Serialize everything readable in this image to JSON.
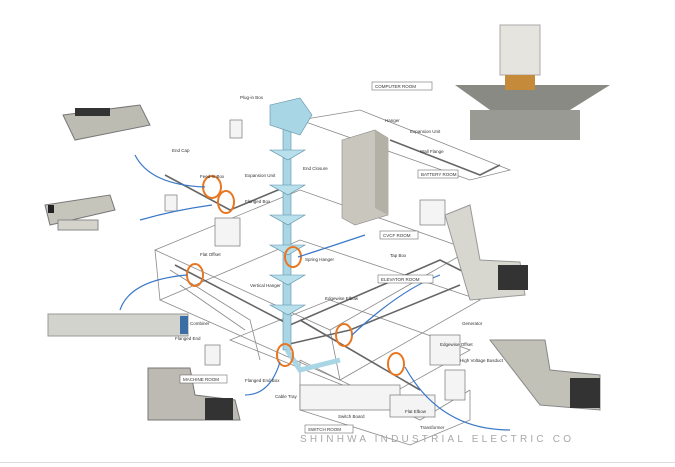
{
  "title": "Busway System Layout",
  "company": "SHINHWA INDUSTRIAL ELECTRIC CO",
  "rooms": [
    "COMPUTER ROOM",
    "BATTERY ROOM",
    "CVCF ROOM",
    "ELEVATOR ROOM",
    "MACHINE ROOM",
    "SWITCH ROOM"
  ],
  "labels": {
    "plug_in_box": "Plug-in Box",
    "hanger": "Hanger",
    "expansion_unit_top": "Expansion Unit",
    "wall_flange": "Wall Flange",
    "end_cap": "End Cap",
    "feed_in_box": "Feed-in Box",
    "flanged_box": "Flanged Box",
    "expansion_unit": "Expansion Unit",
    "end_closure": "End Closure",
    "spring_hanger": "Spring Hanger",
    "vertical_hanger": "Vertical Hanger",
    "flat_offset": "Flat Offset",
    "tap_box": "Tap Box",
    "generator": "Generator",
    "edgewise_elbow": "Edgewise Elbow",
    "combiner": "Combiner",
    "flanged_end": "Flanged End",
    "flanged_end_box": "Flanged End Box",
    "cable_tray": "Cable Tray",
    "edgewise_offset": "Edgewise Offset",
    "high_voltage": "High Voltage Busduct",
    "flat_elbow": "Flat Elbow",
    "transformer": "Transformer",
    "switch_board": "Switch Board"
  },
  "colors": {
    "highlight": "#e87722",
    "pointer": "#3a78c8",
    "riser": "#a9d6e5"
  }
}
